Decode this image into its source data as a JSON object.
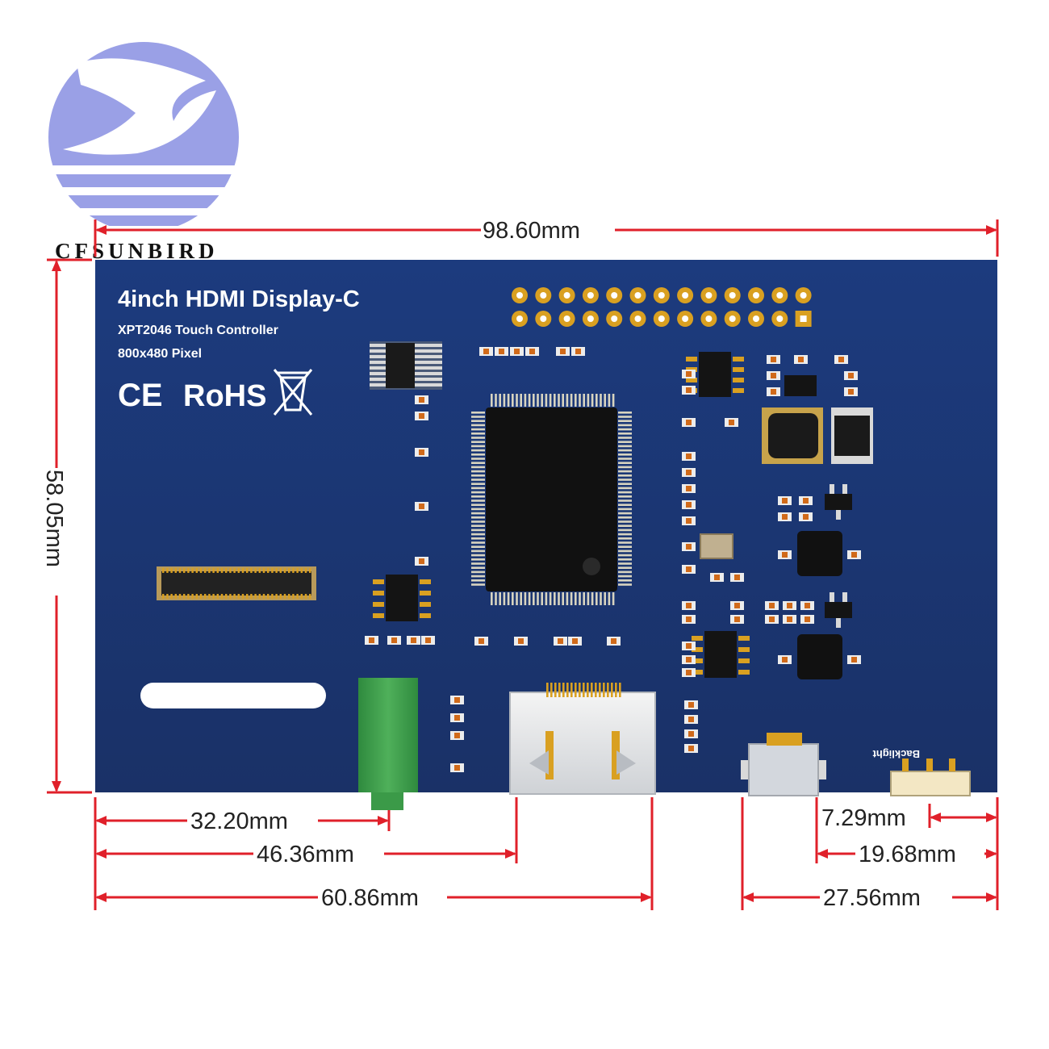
{
  "brand": {
    "name": "CFSUNBIRD"
  },
  "board": {
    "title": "4inch HDMI Display-C",
    "controller": "XPT2046 Touch Controller",
    "resolution": "800x480 Pixel",
    "cert_ce": "CE",
    "cert_rohs": "RoHS",
    "backlight_label": "Backlight"
  },
  "dimensions": {
    "width": "98.60mm",
    "height": "58.05mm",
    "audio_offset": "32.20mm",
    "hdmi_left": "46.36mm",
    "hdmi_right": "60.86mm",
    "switch_offset": "7.29mm",
    "usb_right": "19.68mm",
    "usb_left": "27.56mm"
  },
  "colors": {
    "dimension_line": "#e0202a",
    "board": "#1e3a78",
    "pad": "#d9a021",
    "logo": "#9aa0e6"
  }
}
